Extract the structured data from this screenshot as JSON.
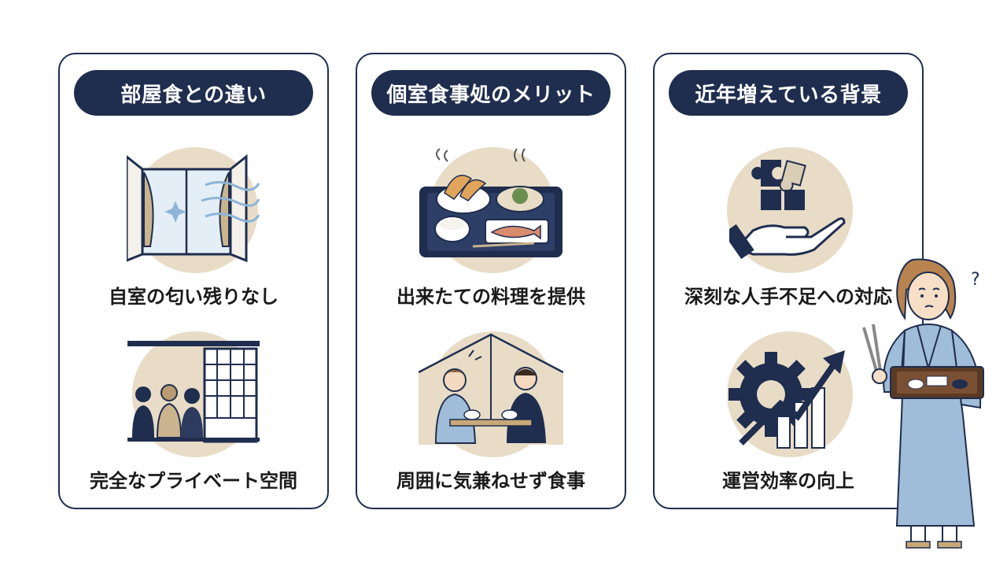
{
  "columns": [
    {
      "heading": "部屋食との違い",
      "items": [
        {
          "label": "自室の匂い残りなし",
          "icon": "window-ventilation-icon"
        },
        {
          "label": "完全なプライベート空間",
          "icon": "private-room-icon"
        }
      ]
    },
    {
      "heading": "個室食事処のメリット",
      "items": [
        {
          "label": "出来たての料理を提供",
          "icon": "food-tray-icon"
        },
        {
          "label": "周囲に気兼ねせず食事",
          "icon": "dining-couple-icon"
        }
      ]
    },
    {
      "heading": "近年増えている背景",
      "items": [
        {
          "label": "深刻な人手不足への対応",
          "icon": "puzzle-hand-icon"
        },
        {
          "label": "運営効率の向上",
          "icon": "gear-growth-icon"
        }
      ]
    }
  ],
  "decoration": {
    "question_mark": "?"
  },
  "colors": {
    "navy": "#1f2d4e",
    "beige": "#e8dcc7",
    "yukata": "#9fbcd8"
  }
}
